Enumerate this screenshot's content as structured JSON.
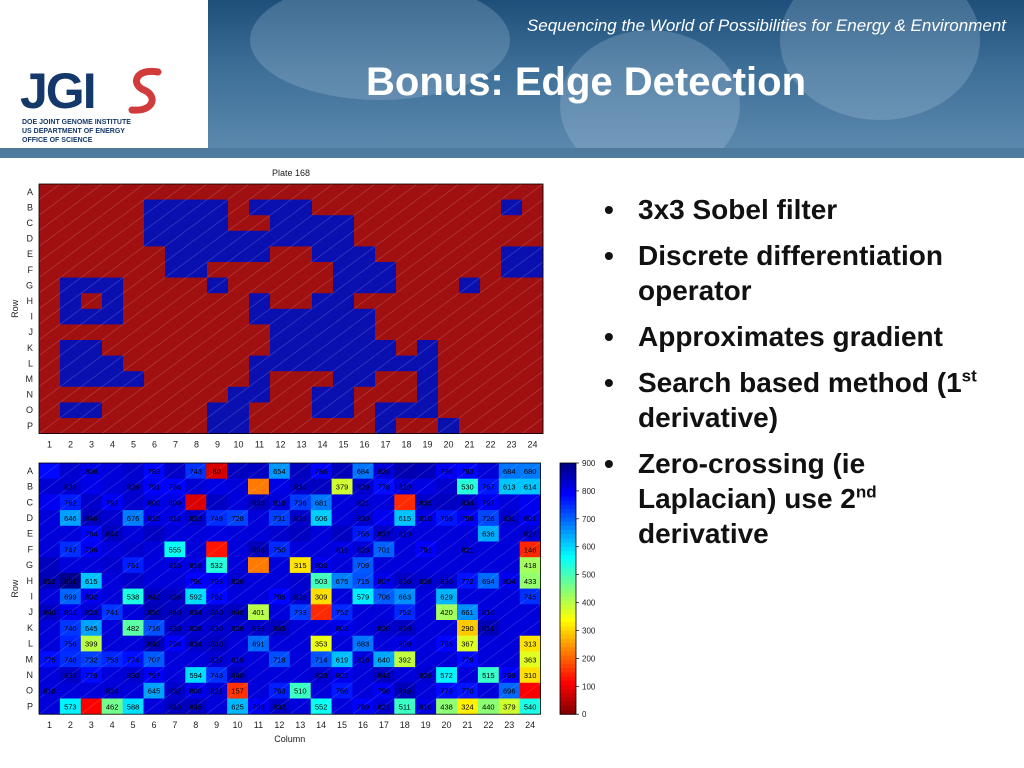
{
  "header": {
    "tagline": "Sequencing the World of Possibilities for Energy & Environment",
    "title": "Bonus: Edge Detection",
    "logo": {
      "mark": "JGI",
      "line1": "DOE JOINT GENOME INSTITUTE",
      "line2": "US DEPARTMENT OF ENERGY",
      "line3": "OFFICE OF SCIENCE"
    }
  },
  "bullets": [
    {
      "parts": [
        "3x3 Sobel filter"
      ]
    },
    {
      "parts": [
        "Discrete differentiation operator"
      ]
    },
    {
      "parts": [
        "Approximates gradient"
      ]
    },
    {
      "parts": [
        "Search based method (1",
        "st",
        " derivative)"
      ]
    },
    {
      "parts": [
        "Zero-crossing (ie Laplacian) use 2",
        "nd",
        " derivative"
      ]
    }
  ],
  "chart_data": [
    {
      "type": "heatmap",
      "title": "Plate 168",
      "ylabel": "Row",
      "rows": [
        "A",
        "B",
        "C",
        "D",
        "E",
        "F",
        "G",
        "H",
        "I",
        "J",
        "K",
        "L",
        "M",
        "N",
        "O",
        "P"
      ],
      "columns": [
        1,
        2,
        3,
        4,
        5,
        6,
        7,
        8,
        9,
        10,
        11,
        12,
        13,
        14,
        15,
        16,
        17,
        18,
        19,
        20,
        21,
        22,
        23,
        24
      ],
      "colors": {
        "high": "#a01010",
        "low": "#0a10b0"
      },
      "grid": [
        "HHHHHHHHHHHHHHHHHHHHHHHH",
        "HHHHHLLLLHLLLHHHHHHHHHLH",
        "HHHHHLLLLHHLLLLHHHHHHHHH",
        "HHHHHLLLLLLLLLLHHHHHHHHH",
        "HHHHHHLLLLLHHLLLHHHHHHLL",
        "HHHHHHLLHHHHHHLLLHHHHHLL",
        "HLLLHHHHLHHHHHLLLHHHLHHH",
        "HLHLHHHHHHLHHLLHHHHHHHHH",
        "HLLLHHHHHHLLLLLLHHHHHHHH",
        "HHHHHHHHHHHLLLLLHHHHHHHH",
        "HLLHHHHHHHHLLLLLLHLHHHHH",
        "HLLLHHHHHHLLLLLLLLLHHHHH",
        "HLLLLHHHHHLHHHLLHHLHHHHH",
        "HHHHHHHHHLLHHLLHHHLHHHHH",
        "HLLHHHHHLLHHHLLHLLLHHHHH",
        "HHHHHHHHLLHHHHHHLHHLHHHH"
      ]
    },
    {
      "type": "heatmap",
      "xlabel": "Column",
      "ylabel": "Row",
      "rows": [
        "A",
        "B",
        "C",
        "D",
        "E",
        "F",
        "G",
        "H",
        "I",
        "J",
        "K",
        "L",
        "M",
        "N",
        "O",
        "P"
      ],
      "columns": [
        1,
        2,
        3,
        4,
        5,
        6,
        7,
        8,
        9,
        10,
        11,
        12,
        13,
        14,
        15,
        16,
        17,
        18,
        19,
        20,
        21,
        22,
        23,
        24
      ],
      "color_range": [
        0,
        900
      ],
      "colorbar_ticks": [
        0,
        100,
        200,
        300,
        400,
        500,
        600,
        700,
        800,
        900
      ],
      "values": [
        [
          780,
          828,
          808,
          820,
          830,
          783,
          838,
          743,
          80,
          842,
          840,
          654,
          844,
          786,
          848,
          684,
          820,
          856,
          850,
          796,
          783,
          822,
          684,
          680
        ],
        [
          826,
          828,
          808,
          821,
          828,
          791,
          786,
          825,
          810,
          820,
          220,
          811,
          834,
          842,
          379,
          829,
          778,
          820,
          810,
          830,
          530,
          767,
          613,
          614
        ],
        [
          800,
          762,
          834,
          792,
          830,
          809,
          809,
          80,
          839,
          820,
          845,
          819,
          736,
          681,
          820,
          821,
          820,
          150,
          835,
          842,
          834,
          797,
          820,
          800
        ],
        [
          820,
          646,
          846,
          830,
          676,
          815,
          812,
          833,
          749,
          728,
          820,
          731,
          833,
          606,
          820,
          830,
          801,
          615,
          810,
          769,
          798,
          726,
          831,
          801
        ],
        [
          820,
          820,
          784,
          844,
          820,
          840,
          820,
          820,
          814,
          820,
          820,
          830,
          840,
          820,
          840,
          765,
          837,
          820,
          820,
          820,
          820,
          636,
          820,
          827
        ],
        [
          820,
          747,
          796,
          820,
          830,
          820,
          555,
          820,
          130,
          820,
          848,
          750,
          820,
          820,
          811,
          823,
          701,
          820,
          791,
          820,
          821,
          820,
          820,
          146
        ],
        [
          845,
          820,
          820,
          830,
          761,
          820,
          815,
          815,
          532,
          820,
          220,
          820,
          315,
          800,
          820,
          709,
          820,
          820,
          820,
          820,
          820,
          820,
          820,
          418
        ],
        [
          852,
          891,
          615,
          820,
          833,
          820,
          822,
          790,
          793,
          826,
          820,
          820,
          830,
          503,
          675,
          715,
          807,
          836,
          828,
          830,
          772,
          694,
          804,
          433
        ],
        [
          820,
          699,
          802,
          820,
          538,
          842,
          838,
          592,
          782,
          820,
          820,
          785,
          828,
          309,
          820,
          579,
          706,
          663,
          820,
          629,
          820,
          820,
          820,
          745
        ],
        [
          840,
          802,
          823,
          741,
          820,
          850,
          840,
          834,
          840,
          840,
          401,
          820,
          733,
          150,
          752,
          820,
          820,
          752,
          820,
          420,
          661,
          816,
          820,
          820
        ],
        [
          820,
          740,
          645,
          820,
          482,
          716,
          833,
          828,
          830,
          828,
          833,
          845,
          820,
          820,
          803,
          820,
          830,
          839,
          820,
          820,
          290,
          851,
          820,
          820
        ],
        [
          820,
          756,
          399,
          820,
          820,
          849,
          794,
          834,
          840,
          820,
          691,
          820,
          820,
          353,
          820,
          683,
          820,
          809,
          820,
          785,
          367,
          820,
          820,
          313
        ],
        [
          775,
          748,
          732,
          753,
          774,
          707,
          820,
          820,
          827,
          819,
          820,
          718,
          820,
          714,
          619,
          818,
          640,
          392,
          820,
          820,
          779,
          820,
          820,
          363
        ],
        [
          820,
          837,
          779,
          820,
          830,
          797,
          820,
          594,
          743,
          840,
          820,
          820,
          820,
          829,
          802,
          820,
          843,
          820,
          828,
          572,
          820,
          515,
          789,
          310
        ],
        [
          818,
          820,
          820,
          824,
          820,
          645,
          832,
          808,
          821,
          157,
          820,
          763,
          510,
          820,
          766,
          820,
          798,
          849,
          820,
          779,
          770,
          820,
          696,
          110
        ],
        [
          820,
          573,
          110,
          462,
          588,
          820,
          840,
          845,
          820,
          625,
          793,
          832,
          820,
          552,
          820,
          789,
          821,
          511,
          810,
          438,
          324,
          440,
          379,
          540
        ]
      ],
      "shown_labels": [
        [
          null,
          null,
          808,
          null,
          null,
          783,
          null,
          743,
          80,
          null,
          null,
          654,
          null,
          786,
          null,
          684,
          820,
          null,
          null,
          796,
          783,
          null,
          684,
          680
        ],
        [
          null,
          828,
          null,
          null,
          828,
          791,
          786,
          null,
          null,
          null,
          null,
          null,
          834,
          null,
          379,
          829,
          778,
          820,
          null,
          null,
          530,
          767,
          613,
          614
        ],
        [
          null,
          762,
          null,
          792,
          null,
          809,
          809,
          null,
          null,
          null,
          845,
          819,
          736,
          681,
          null,
          821,
          null,
          null,
          835,
          null,
          834,
          797,
          null,
          null
        ],
        [
          null,
          646,
          846,
          null,
          676,
          815,
          812,
          833,
          749,
          728,
          null,
          731,
          833,
          606,
          null,
          830,
          null,
          615,
          810,
          769,
          798,
          726,
          831,
          801
        ],
        [
          null,
          null,
          784,
          844,
          null,
          null,
          null,
          null,
          null,
          null,
          null,
          null,
          null,
          null,
          null,
          765,
          837,
          820,
          null,
          null,
          null,
          636,
          null,
          827
        ],
        [
          null,
          747,
          796,
          null,
          null,
          null,
          555,
          null,
          null,
          null,
          848,
          750,
          null,
          null,
          811,
          823,
          701,
          null,
          791,
          null,
          821,
          null,
          null,
          146
        ],
        [
          null,
          null,
          null,
          null,
          761,
          null,
          815,
          815,
          532,
          null,
          null,
          null,
          315,
          800,
          null,
          709,
          null,
          null,
          null,
          null,
          null,
          null,
          null,
          418
        ],
        [
          852,
          891,
          615,
          null,
          null,
          null,
          null,
          790,
          793,
          826,
          null,
          null,
          null,
          503,
          675,
          715,
          807,
          836,
          828,
          830,
          772,
          694,
          804,
          433
        ],
        [
          null,
          699,
          802,
          null,
          538,
          842,
          838,
          592,
          782,
          null,
          null,
          785,
          828,
          309,
          null,
          579,
          706,
          663,
          null,
          629,
          null,
          null,
          null,
          745
        ],
        [
          840,
          802,
          823,
          741,
          null,
          850,
          840,
          834,
          840,
          840,
          401,
          null,
          733,
          null,
          752,
          null,
          null,
          752,
          null,
          420,
          661,
          816,
          null,
          null
        ],
        [
          null,
          740,
          645,
          null,
          482,
          716,
          833,
          828,
          830,
          828,
          833,
          845,
          null,
          null,
          803,
          null,
          830,
          839,
          null,
          null,
          290,
          851,
          null,
          null
        ],
        [
          null,
          756,
          399,
          null,
          null,
          849,
          794,
          834,
          840,
          null,
          691,
          null,
          null,
          353,
          null,
          683,
          null,
          809,
          null,
          785,
          367,
          null,
          null,
          313
        ],
        [
          775,
          748,
          732,
          753,
          774,
          707,
          null,
          null,
          827,
          819,
          null,
          718,
          null,
          714,
          619,
          818,
          640,
          392,
          null,
          null,
          779,
          null,
          null,
          363
        ],
        [
          null,
          837,
          779,
          null,
          830,
          797,
          null,
          594,
          743,
          840,
          null,
          null,
          null,
          829,
          802,
          null,
          843,
          null,
          828,
          572,
          null,
          515,
          789,
          310
        ],
        [
          818,
          null,
          null,
          824,
          null,
          645,
          832,
          808,
          821,
          157,
          null,
          763,
          510,
          null,
          766,
          null,
          798,
          849,
          null,
          779,
          770,
          null,
          696,
          null
        ],
        [
          null,
          573,
          null,
          462,
          588,
          null,
          840,
          845,
          null,
          625,
          793,
          832,
          null,
          552,
          null,
          789,
          821,
          511,
          810,
          438,
          324,
          440,
          379,
          540
        ]
      ]
    }
  ]
}
